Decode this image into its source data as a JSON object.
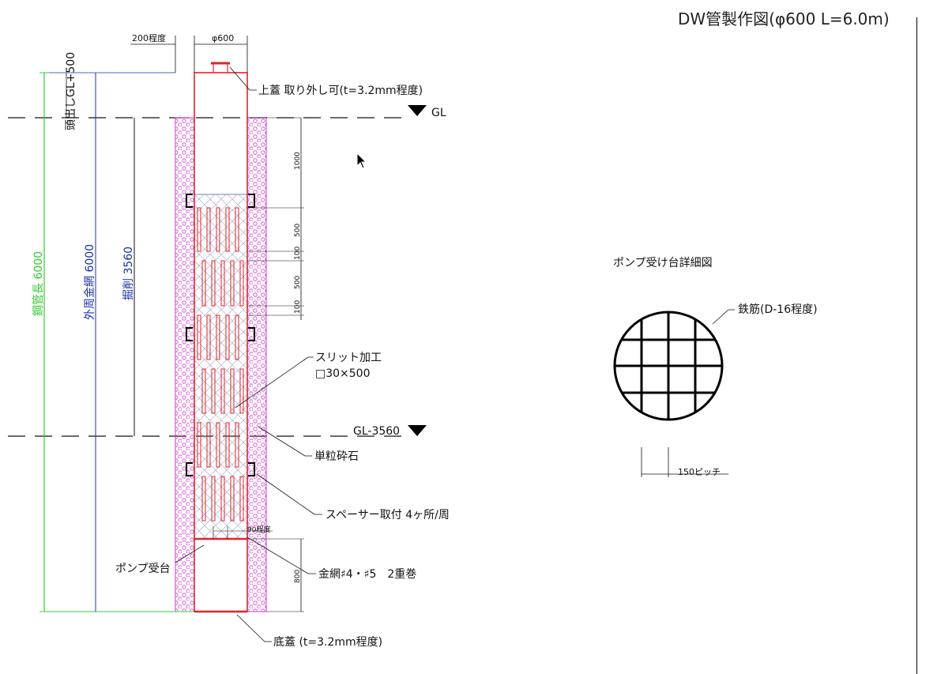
{
  "title": "DW管製作図(φ600 L=6.0m)",
  "labels": {
    "offset_200": "200程度",
    "diameter": "φ600",
    "top_lid": "上蓋 取り外し可(t=3.2mm程度)",
    "gl": "GL",
    "gl_minus": "GL-3560",
    "slit": "スリット加工",
    "slit_size": "□30×500",
    "crushed_stone": "単粒砕石",
    "spacer": "スペーサー取付 4ヶ所/周",
    "wire_mesh": "金網♯4・♯5　2重巻",
    "pump_base": "ポンプ受台",
    "bottom_lid": "底蓋 (t=3.2mm程度)",
    "about_90": "90程度",
    "head_out": "頭出しGL+500",
    "pipe_length": "鋼管長 6000",
    "outer_mesh": "外周金網 6000",
    "excavation": "掘削 3560",
    "dim_1000": "1000",
    "dim_500a": "500",
    "dim_100a": "100",
    "dim_500b": "500",
    "dim_100b": "100",
    "dim_800": "800"
  },
  "detail": {
    "title": "ポンプ受け台詳細図",
    "rebar": "鉄筋(D-16程度)",
    "pitch": "150ピッチ"
  },
  "colors": {
    "pipe": "#e0242a",
    "gravel": "#d23ad0",
    "dim_green": "#33cc33",
    "dim_blue": "#1a2fa8",
    "mesh": "#7a7fb0"
  },
  "icons": {
    "cursor": "mouse-pointer-icon",
    "gl_marker": "triangle-down-icon"
  }
}
